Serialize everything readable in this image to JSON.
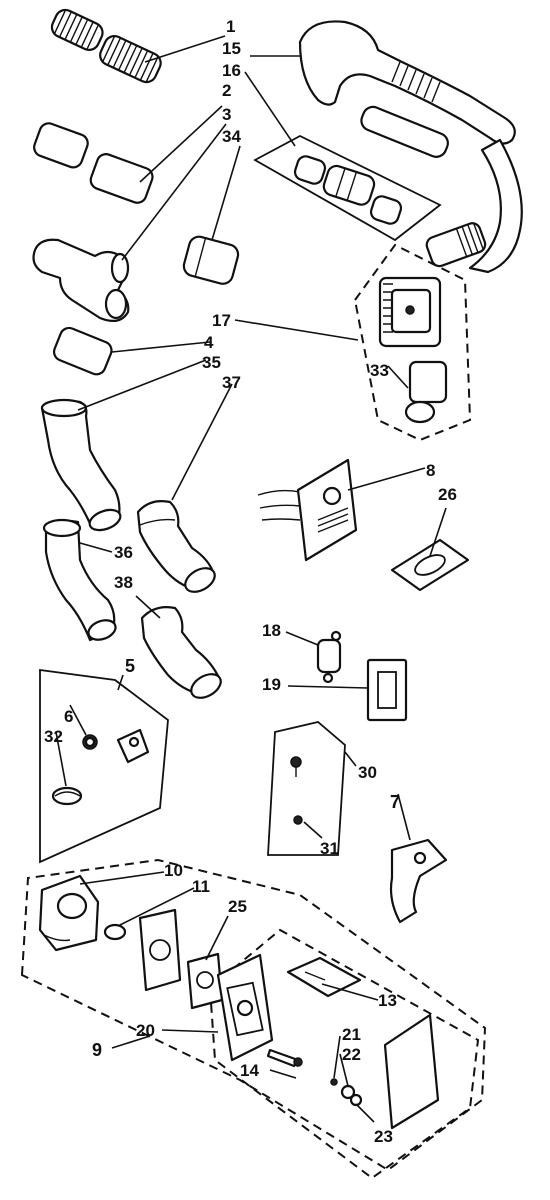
{
  "callouts": {
    "c1": "1",
    "c2": "2",
    "c3": "3",
    "c4": "4",
    "c5": "5",
    "c6": "6",
    "c7": "7",
    "c8": "8",
    "c9": "9",
    "c10": "10",
    "c11": "11",
    "c13": "13",
    "c14": "14",
    "c15": "15",
    "c16": "16",
    "c17": "17",
    "c18": "18",
    "c19": "19",
    "c20": "20",
    "c21": "21",
    "c22": "22",
    "c23": "23",
    "c25": "25",
    "c26": "26",
    "c30": "30",
    "c31": "31",
    "c32": "32",
    "c33": "33",
    "c34": "34",
    "c35": "35",
    "c36": "36",
    "c37": "37",
    "c38": "38"
  }
}
